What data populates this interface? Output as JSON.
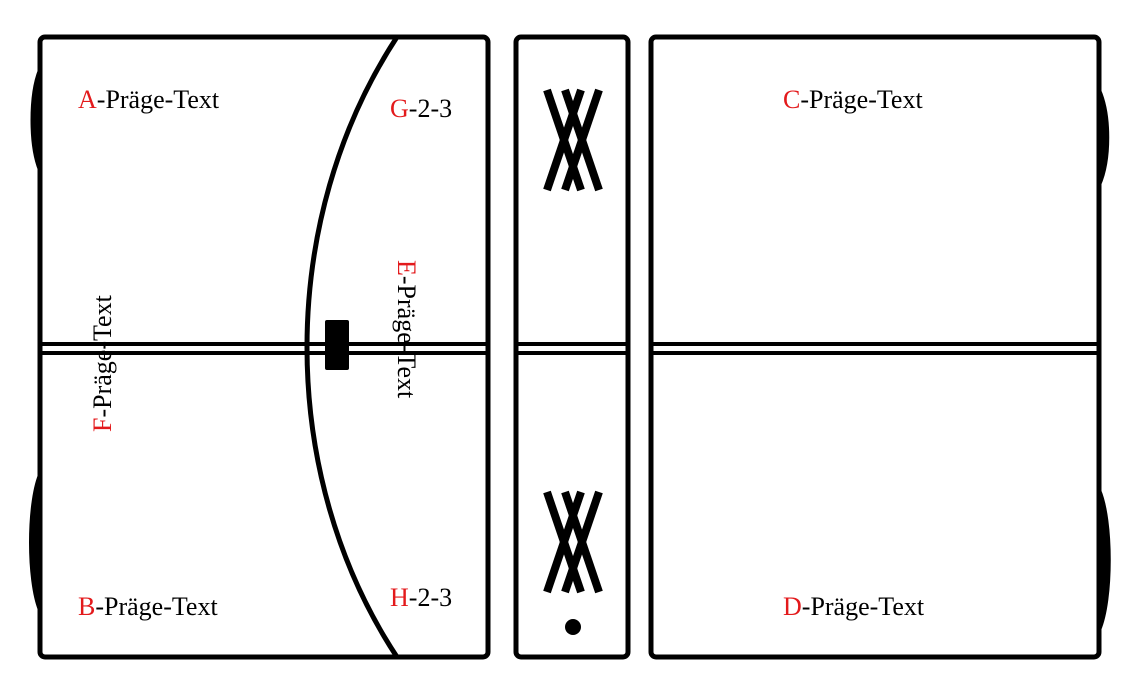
{
  "colors": {
    "letter": "#e31a1c",
    "text": "#000000",
    "stroke": "#000000"
  },
  "front_cover": {
    "label_a": {
      "letter": "A",
      "text": "-Präge-Text"
    },
    "label_b": {
      "letter": "B",
      "text": "-Präge-Text"
    },
    "label_f": {
      "letter": "F",
      "text": "-Präge-Text"
    },
    "label_e": {
      "letter": "E",
      "text": "-Präge-Text"
    },
    "label_g": {
      "letter": "G",
      "text": "-2-3"
    },
    "label_h": {
      "letter": "H",
      "text": "-2-3"
    }
  },
  "back_cover": {
    "label_c": {
      "letter": "C",
      "text": "-Präge-Text"
    },
    "label_d": {
      "letter": "D",
      "text": "-Präge-Text"
    }
  },
  "spine": {
    "icons": [
      "cross-mark-icon",
      "cross-mark-icon",
      "dot-icon"
    ]
  }
}
